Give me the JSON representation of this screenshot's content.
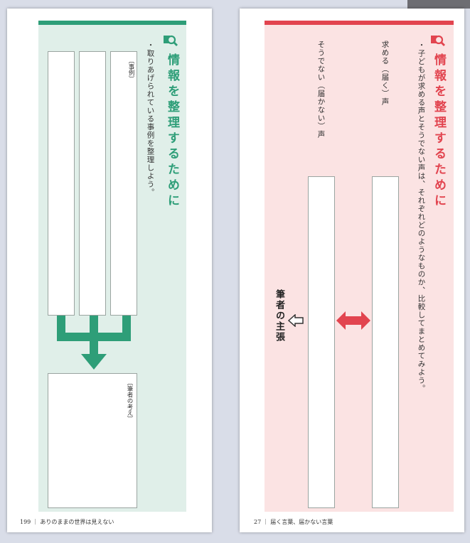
{
  "left_page": {
    "heading": "情報を整理するために",
    "instruction": "・取りあげられている事例を整理しよう。",
    "box_label_top": "〔事例〕",
    "box_label_bottom": "〔筆者の考え〕",
    "footer_page": "199",
    "footer_title": "ありのままの世界は見えない",
    "accent_color": "#2e9e78",
    "panel_color": "#e0efe9"
  },
  "right_page": {
    "heading": "情報を整理するために",
    "instruction": "・子どもが求める声とそうでない声は、それぞれどのようなものか、比較してまとめてみよう。",
    "column_label_1": "求める（届く）声",
    "column_label_2": "そうでない（届かない）声",
    "claim_label": "筆者の主張",
    "footer_page": "27",
    "footer_title": "届く言葉、届かない言葉",
    "accent_color": "#e2444f",
    "panel_color": "#fbe3e3"
  },
  "icons": [
    "magnifier-icon",
    "merge-arrow-icon",
    "double-arrow-icon",
    "left-arrow-icon"
  ]
}
